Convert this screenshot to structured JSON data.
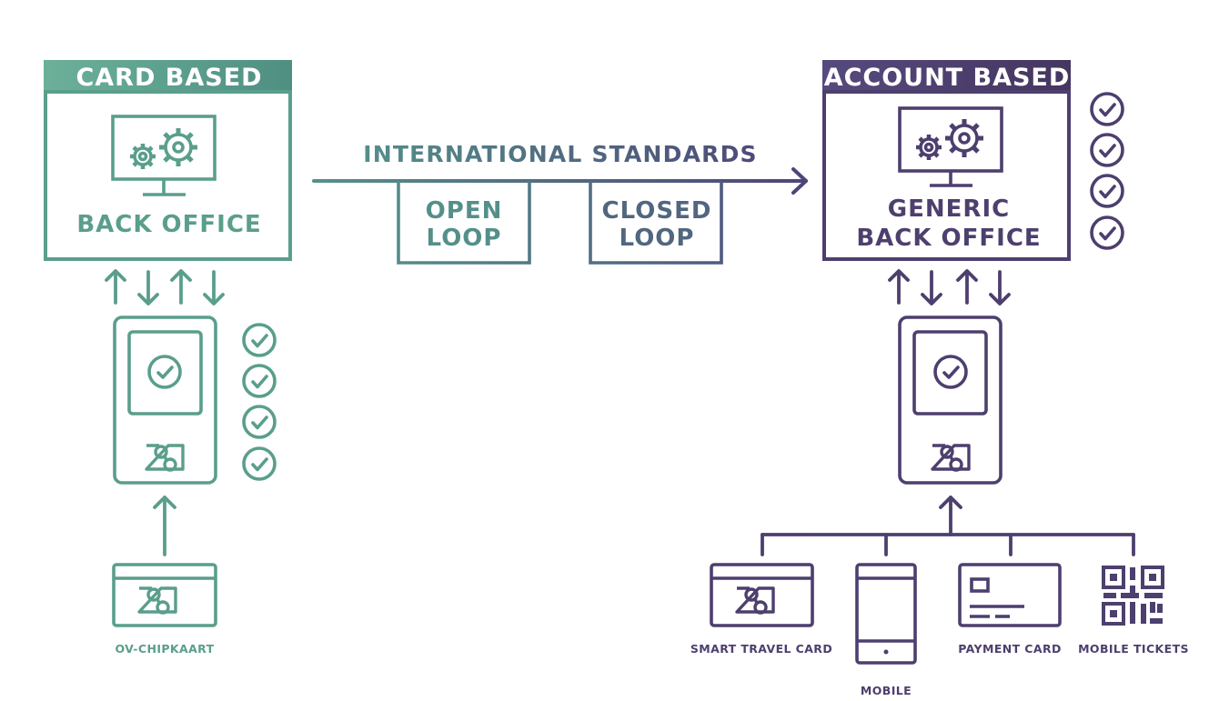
{
  "card_based": {
    "title": "CARD BASED",
    "back_office": "BACK OFFICE",
    "card_label": "OV-CHIPKAART"
  },
  "standards": {
    "title": "INTERNATIONAL STANDARDS",
    "open_loop": [
      "OPEN",
      "LOOP"
    ],
    "closed_loop": [
      "CLOSED",
      "LOOP"
    ]
  },
  "account_based": {
    "title": "ACCOUNT BASED",
    "back_office": [
      "GENERIC",
      "BACK OFFICE"
    ],
    "media": [
      {
        "label": "SMART TRAVEL CARD",
        "icon": "smart-card-icon"
      },
      {
        "label": "MOBILE",
        "icon": "mobile-phone-icon"
      },
      {
        "label": "PAYMENT CARD",
        "icon": "payment-card-icon"
      },
      {
        "label": "MOBILE TICKETS",
        "icon": "qr-code-icon"
      }
    ]
  },
  "colors": {
    "teal": "#5a9e8c",
    "slate": "#4f7285",
    "purple": "#4d3f6e"
  }
}
